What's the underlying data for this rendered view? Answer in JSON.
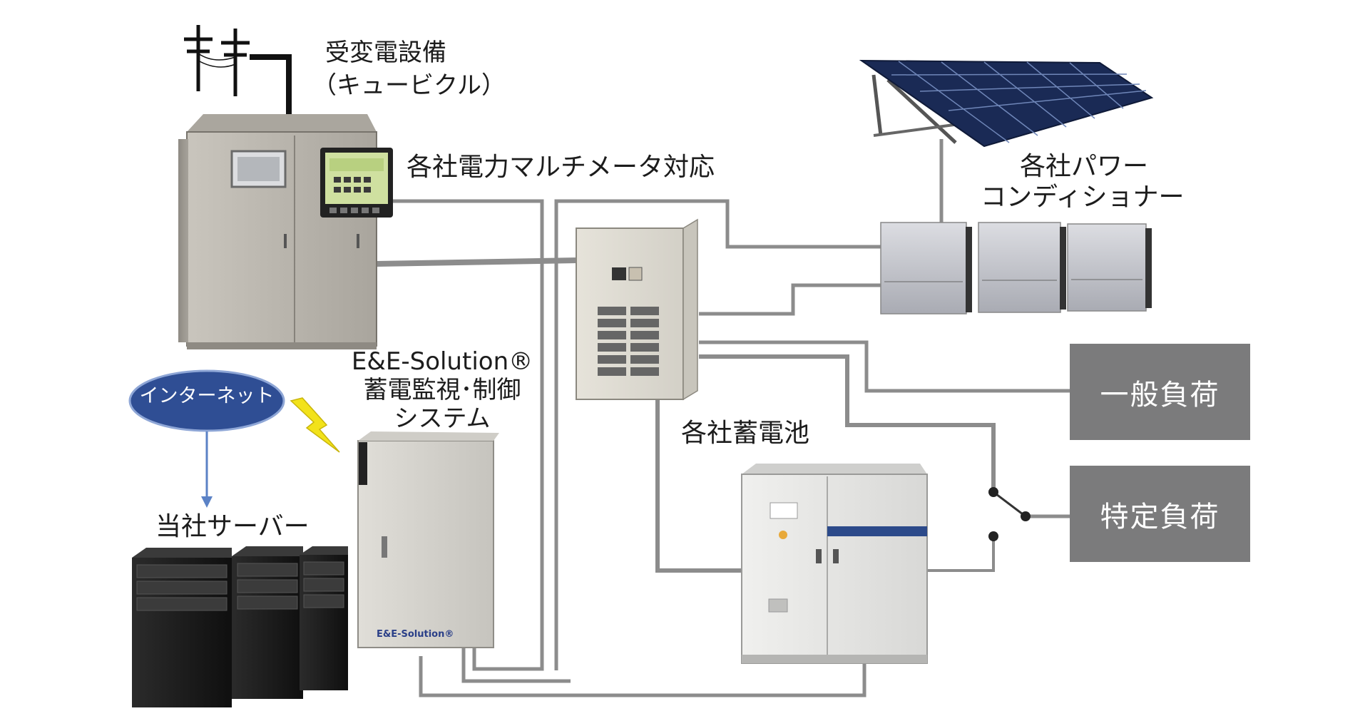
{
  "labels": {
    "substation_line1": "受変電設備",
    "substation_line2": "（キュービクル）",
    "multimeter": "各社電力マルチメータ対応",
    "pcs_line1": "各社パワー",
    "pcs_line2": "コンディショナー",
    "ee_line1": "E&E-Solution®",
    "ee_line2": "蓄電監視･制御",
    "ee_line3": "システム",
    "internet": "インターネット",
    "server": "当社サーバー",
    "battery": "各社蓄電池",
    "general_load": "一般負荷",
    "specific_load": "特定負荷",
    "cabinet_brand": "E&E-Solution®"
  },
  "colors": {
    "wire_gray": "#8c8c8c",
    "internet_blue": "#2f4e94",
    "internet_outline": "#8ea6d6",
    "arrow_blue": "#5b82c6",
    "load_box_gray": "#7b7b7c",
    "lightning_yellow": "#f2e21a",
    "solar_panel": "#1a2a55",
    "battery_stripe": "#2c4a8a"
  }
}
